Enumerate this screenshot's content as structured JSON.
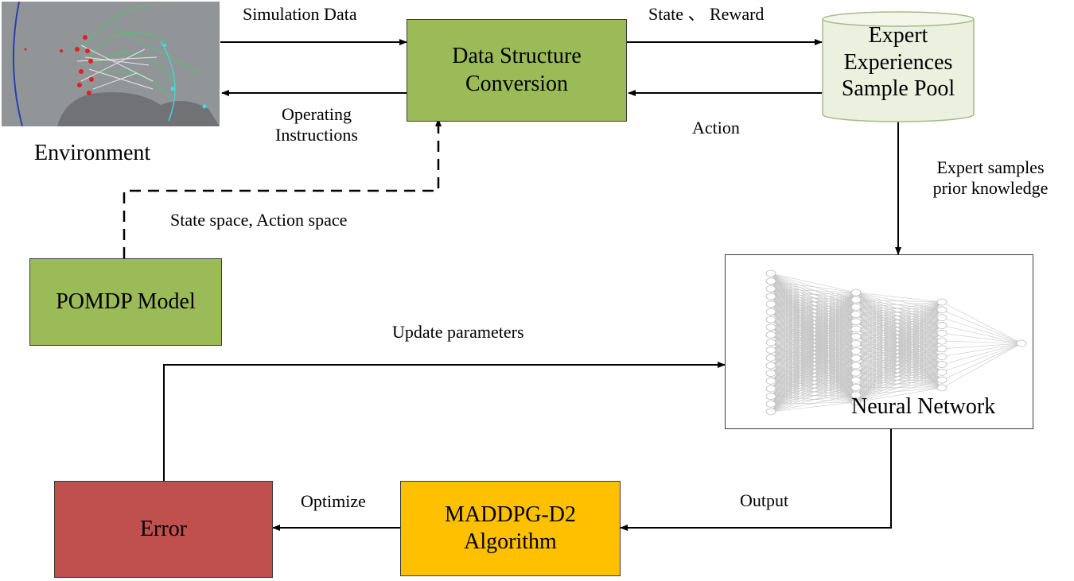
{
  "environment": {
    "label": "Environment"
  },
  "boxes": {
    "data_structure": {
      "line1": "Data Structure",
      "line2": "Conversion",
      "color": "#9bbb59"
    },
    "expert_pool": {
      "line1": "Expert",
      "line2": "Experiences",
      "line3": "Sample Pool",
      "color": "#ebf1de"
    },
    "pomdp": {
      "label": "POMDP Model",
      "color": "#9bbb59"
    },
    "neural_network": {
      "label": "Neural Network",
      "color": "#ffffff"
    },
    "maddpg": {
      "line1": "MADDPG-D2",
      "line2": "Algorithm",
      "color": "#ffc000"
    },
    "error": {
      "label": "Error",
      "color": "#c0504d"
    }
  },
  "edges": {
    "simulation_data": "Simulation Data",
    "operating_instructions_1": "Operating",
    "operating_instructions_2": "Instructions",
    "state_reward": "State 、 Reward",
    "action": "Action",
    "expert_samples_1": "Expert samples",
    "expert_samples_2": "prior knowledge",
    "state_action_space": "State space, Action space",
    "update_parameters": "Update parameters",
    "output": "Output",
    "optimize": "Optimize"
  }
}
